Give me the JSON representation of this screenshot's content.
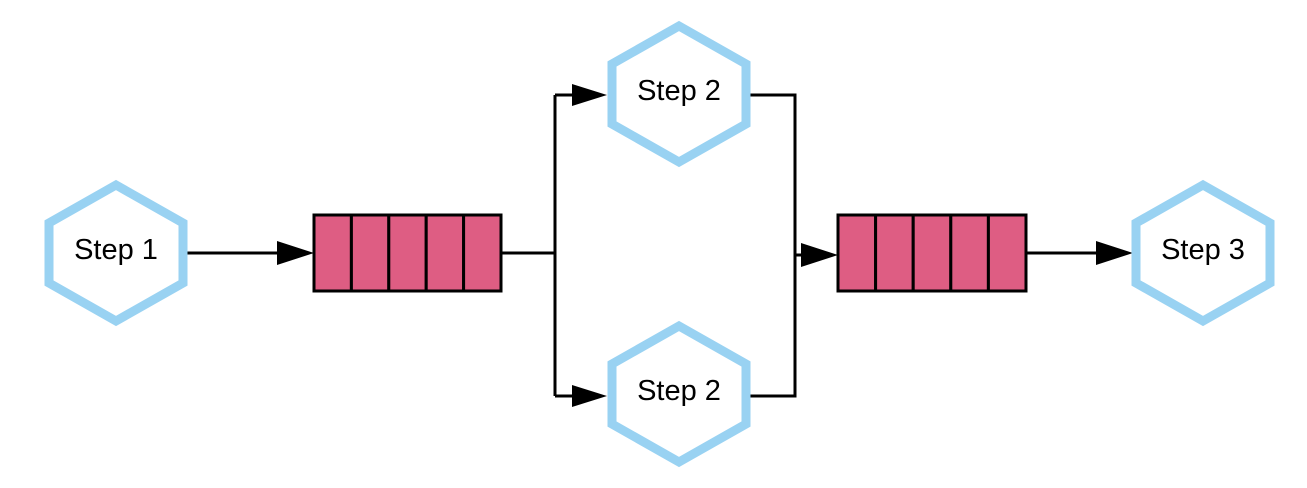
{
  "diagram": {
    "nodes": {
      "step1": {
        "label": "Step 1"
      },
      "step2_top": {
        "label": "Step 2"
      },
      "step2_bottom": {
        "label": "Step 2"
      },
      "step3": {
        "label": "Step 3"
      }
    },
    "queues": {
      "queue1": {
        "slots": 5
      },
      "queue2": {
        "slots": 5
      }
    },
    "colors": {
      "node_border": "#99d2f2",
      "queue_fill": "#de5d83",
      "line": "#000000"
    }
  }
}
